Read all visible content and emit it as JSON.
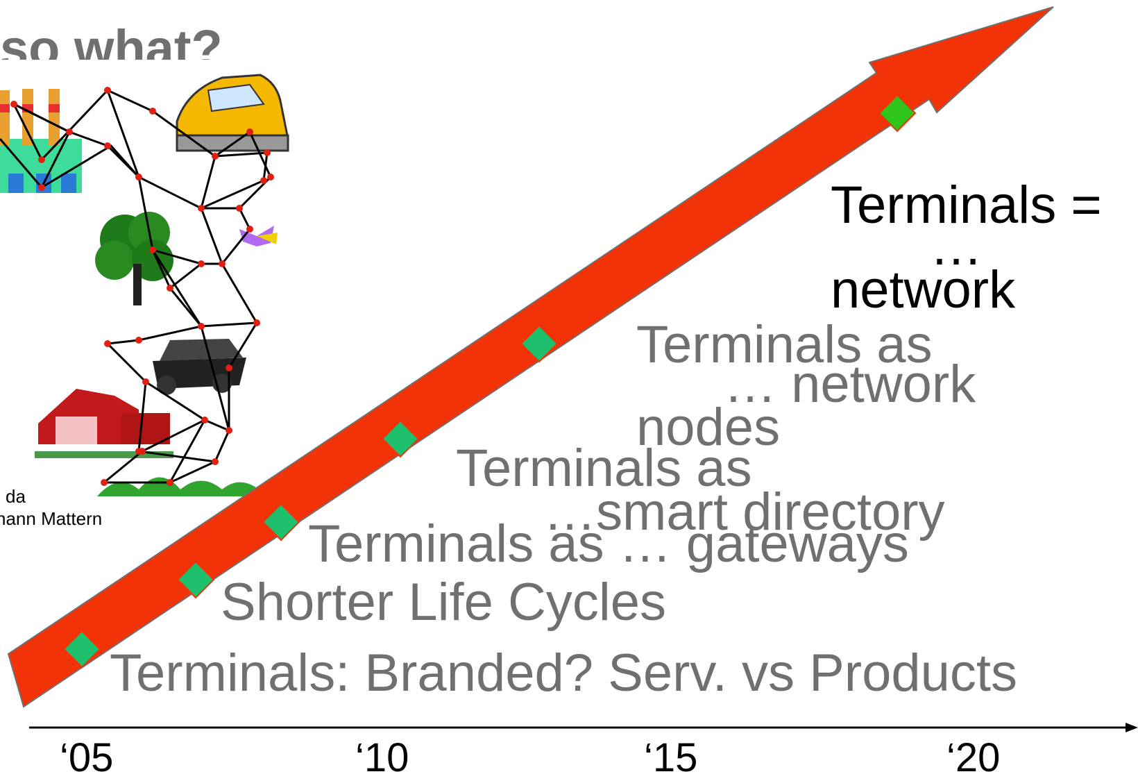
{
  "slide": {
    "title": "so what?",
    "caption_line1": "da",
    "caption_line2": "nann Mattern"
  },
  "timeline": {
    "years": [
      "‘05",
      "‘10",
      "‘15",
      "‘20"
    ],
    "arrow_color": "#f23207",
    "marker_colors": [
      "#1ec06e",
      "#1ec06e",
      "#1ec06e",
      "#1ec06e",
      "#1ec06e",
      "#2ec41a"
    ]
  },
  "stages": {
    "s1": "Terminals: Branded? Serv. vs Products",
    "s2": "Shorter Life Cycles",
    "s3": "Terminals as … gateways",
    "s4_a": "Terminals as",
    "s4_b": "…smart directory",
    "s5_a": "Terminals as",
    "s5_b": "… network",
    "s5_c": "nodes",
    "s6_a": "Terminals =",
    "s6_b": "…",
    "s6_c": "network"
  },
  "illustration": {
    "icons": [
      "factory-icon",
      "car-icon",
      "tree-icon",
      "butterfly-icon",
      "tank-icon",
      "house-icon",
      "grass-icon"
    ],
    "colors": {
      "node": "#e02010",
      "link": "#000000"
    }
  }
}
